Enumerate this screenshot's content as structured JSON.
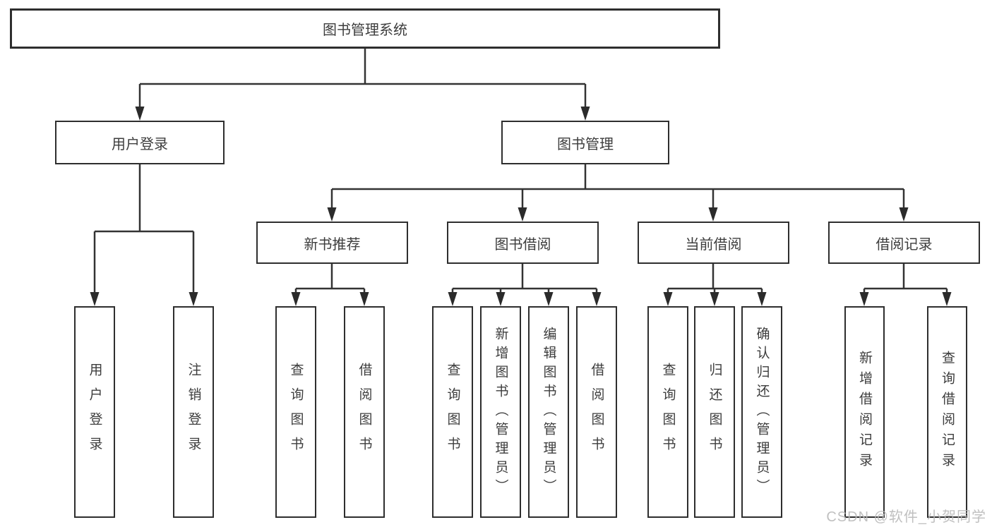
{
  "diagram": {
    "root": {
      "label": "图书管理系统"
    },
    "branches": [
      {
        "label": "用户登录",
        "children": [
          {
            "label": "用户登录"
          },
          {
            "label": "注销登录"
          }
        ]
      },
      {
        "label": "图书管理",
        "children": [
          {
            "label": "新书推荐",
            "children": [
              {
                "label": "查询图书"
              },
              {
                "label": "借阅图书"
              }
            ]
          },
          {
            "label": "图书借阅",
            "children": [
              {
                "label": "查询图书"
              },
              {
                "label": "新增图书（管理员）"
              },
              {
                "label": "编辑图书（管理员）"
              },
              {
                "label": "借阅图书"
              }
            ]
          },
          {
            "label": "当前借阅",
            "children": [
              {
                "label": "查询图书"
              },
              {
                "label": "归还图书"
              },
              {
                "label": "确认归还（管理员）"
              }
            ]
          },
          {
            "label": "借阅记录",
            "children": [
              {
                "label": "新增借阅记录"
              },
              {
                "label": "查询借阅记录"
              }
            ]
          }
        ]
      }
    ]
  },
  "watermark": "CSDN @软件_小贺同学",
  "colors": {
    "line": "#333333",
    "arrow": "#2b2b2b",
    "border": "#2e2e2e",
    "text": "#3d3d3d",
    "box_background": "#ffffff",
    "watermark_text": "#b9b9b9"
  }
}
